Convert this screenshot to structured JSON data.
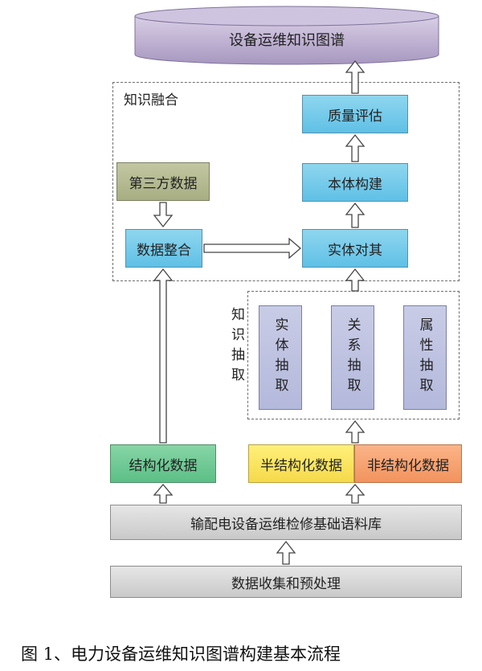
{
  "top": {
    "title": "设备运维知识图谱"
  },
  "fusion": {
    "label": "知识融合",
    "quality": "质量评估",
    "ontology": "本体构建",
    "third_party": "第三方数据",
    "integration": "数据整合",
    "alignment": "实体对其"
  },
  "extraction": {
    "label": "知识抽取",
    "entity": "实体抽取",
    "relation": "关系抽取",
    "attribute": "属性抽取"
  },
  "structured": "结构化数据",
  "semi_structured": "半结构化数据",
  "unstructured": "非结构化数据",
  "corpus": "输配电设备运维检修基础语料库",
  "collection": "数据收集和预处理",
  "caption": "图 1、电力设备运维知识图谱构建基本流程",
  "colors": {
    "blue": "#5fc0e6",
    "olive": "#a8ae82",
    "green": "#5cbf86",
    "yellow": "#f5d94a",
    "orange": "#f2935e",
    "gray": "#c9c9c9",
    "lavender": "#b4b9dc"
  }
}
